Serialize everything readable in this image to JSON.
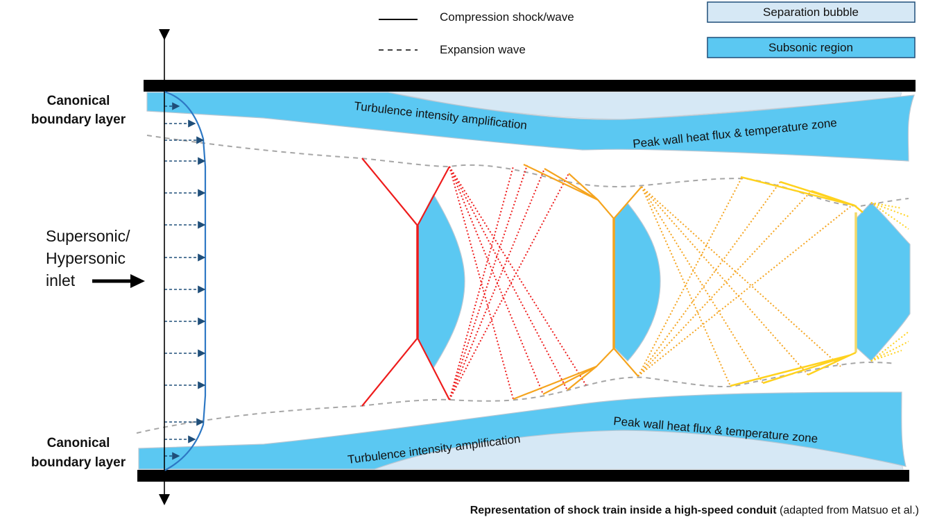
{
  "legend": {
    "compression_label": "Compression shock/wave",
    "expansion_label": "Expansion wave",
    "separation_label": "Separation bubble",
    "subsonic_label": "Subsonic region"
  },
  "labels": {
    "boundary_top_line1": "Canonical",
    "boundary_top_line2": "boundary layer",
    "boundary_bottom_line1": "Canonical",
    "boundary_bottom_line2": "boundary layer",
    "inlet_line1": "Supersonic/",
    "inlet_line2": "Hypersonic",
    "inlet_line3": "inlet",
    "turbulence_top": "Turbulence intensity amplification",
    "turbulence_bottom": "Turbulence intensity amplification",
    "heatflux_top": "Peak wall heat flux & temperature zone",
    "heatflux_bottom": "Peak wall heat flux & temperature zone"
  },
  "caption": {
    "bold": "Representation of shock train inside a high-speed conduit",
    "normal": "(adapted from Matsuo et al.)"
  },
  "colors": {
    "subsonic": "#5BC8F2",
    "separation": "#D6E8F5",
    "shock1": "#EE1C1C",
    "shock2": "#F5A41E",
    "shock3": "#FFD21E",
    "wall": "#000000",
    "velocity_profile": "#2E78C4",
    "arrows": "#1F4E79",
    "expansion_dash": "#A6A6A6"
  }
}
